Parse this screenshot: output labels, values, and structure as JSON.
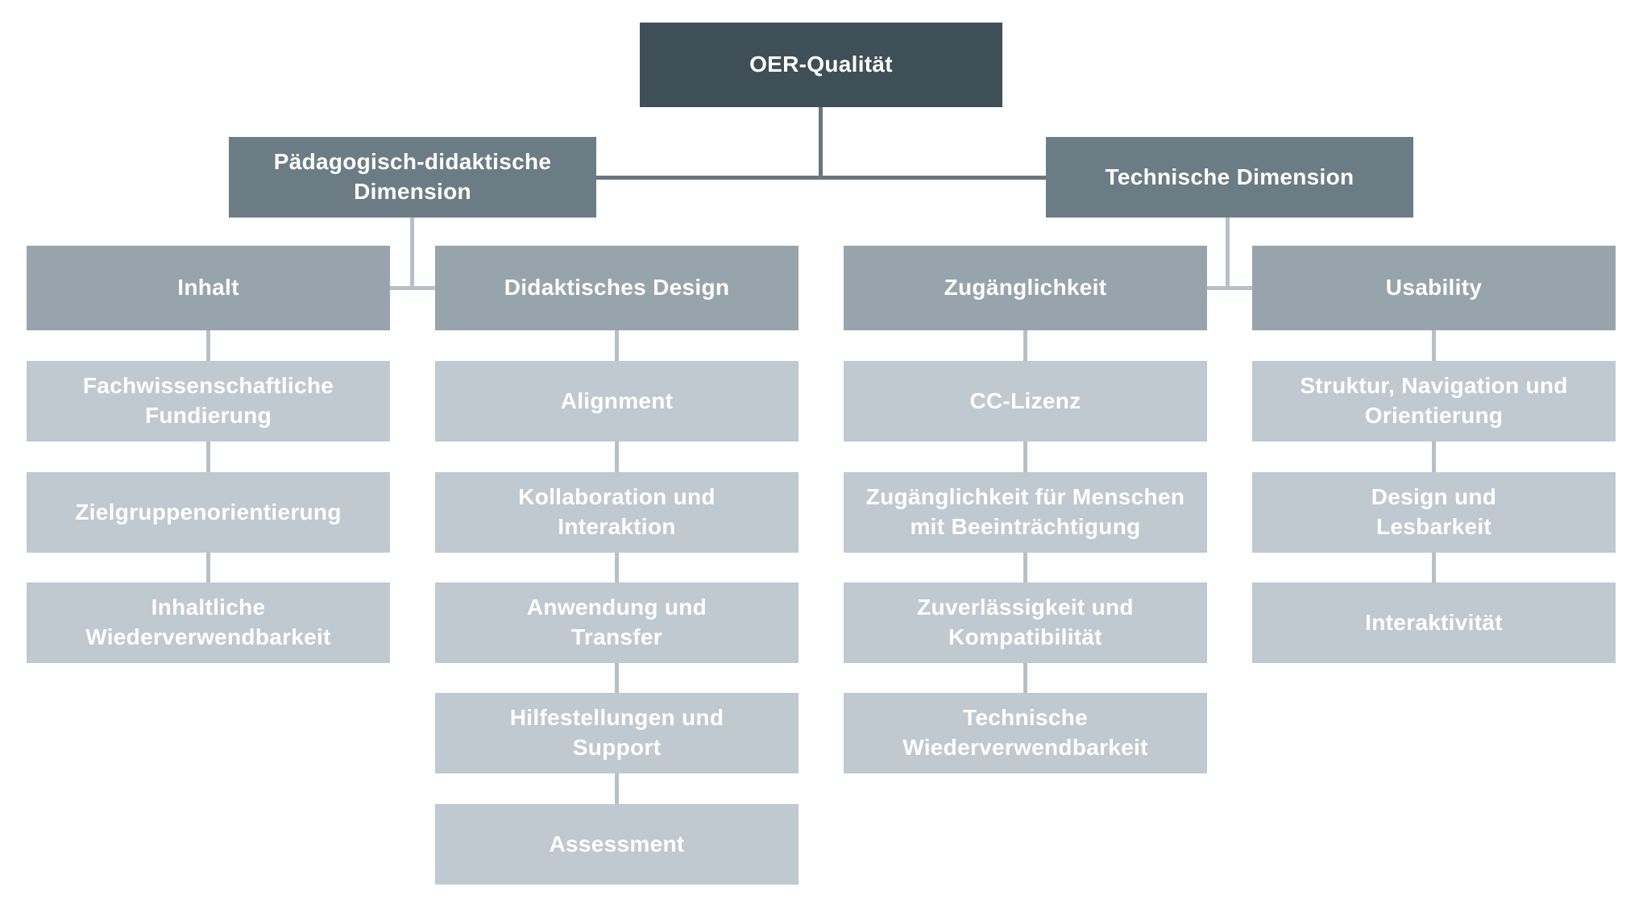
{
  "palette": {
    "page_bg": "#ffffff",
    "level1_bg": "#3f4f58",
    "level2_bg": "#6b7c85",
    "level3_bg": "#97a4ac",
    "level4_bg": "#c0c8d0",
    "connector_dark": "#68767e",
    "connector_light": "#b7c0c7",
    "text_color": "#ffffff"
  },
  "tree": {
    "root": "OER-Qualität",
    "branches": [
      {
        "label": "Pädagogisch-didaktische\nDimension",
        "groups": [
          {
            "label": "Inhalt",
            "items": [
              "Fachwissenschaftliche\nFundierung",
              "Zielgruppenorientierung",
              "Inhaltliche\nWiederverwendbarkeit"
            ]
          },
          {
            "label": "Didaktisches Design",
            "items": [
              "Alignment",
              "Kollaboration und\nInteraktion",
              "Anwendung und\nTransfer",
              "Hilfestellungen und\nSupport",
              "Assessment"
            ]
          }
        ]
      },
      {
        "label": "Technische Dimension",
        "groups": [
          {
            "label": "Zugänglichkeit",
            "items": [
              "CC-Lizenz",
              "Zugänglichkeit für Menschen\nmit Beeinträchtigung",
              "Zuverlässigkeit und\nKompatibilität",
              "Technische\nWiederverwendbarkeit"
            ]
          },
          {
            "label": "Usability",
            "items": [
              "Struktur, Navigation und\nOrientierung",
              "Design und\nLesbarkeit",
              "Interaktivität"
            ]
          }
        ]
      }
    ]
  }
}
